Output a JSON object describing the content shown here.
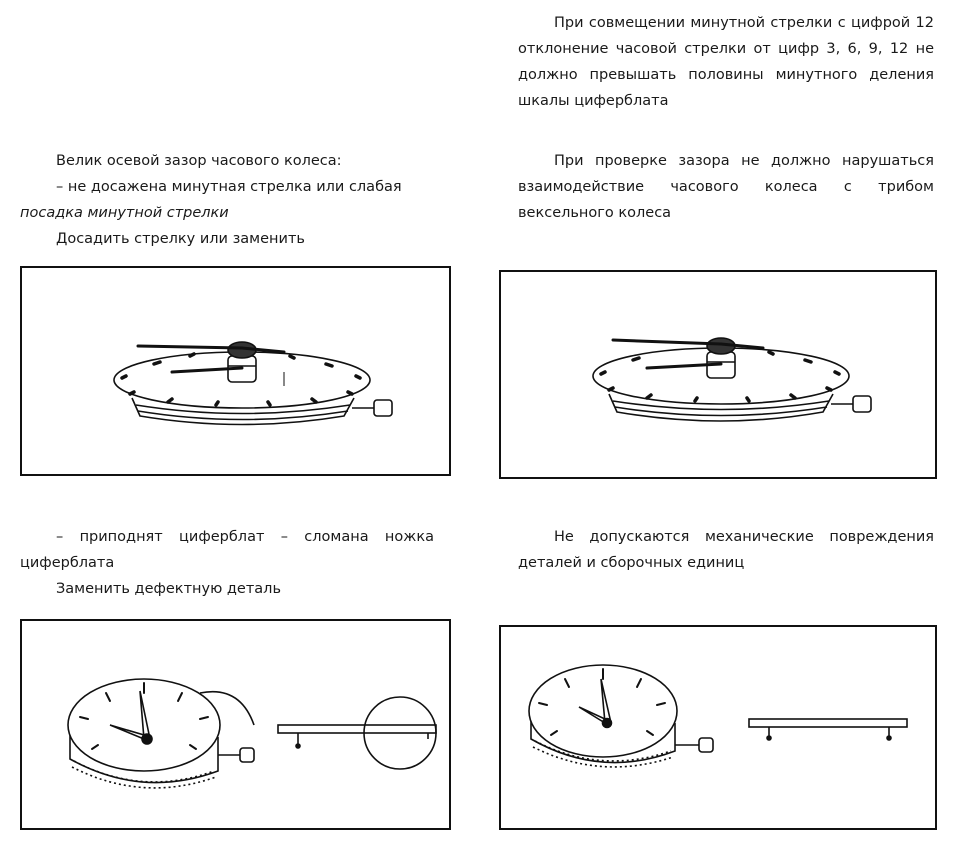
{
  "right_top": {
    "paragraph": "При совмещении минутной стрелки с цифрой 12 отклонение часовой стрелки от цифр 3, 6, 9, 12 не должно превышать половины минутного деления шкалы циферблата"
  },
  "left_mid": {
    "heading": "Велик осевой зазор часового колеса:",
    "cause_line": "– не досажена минутная стрелка или слабая",
    "cause_italic": "посадка минутной стрелки",
    "remedy": "Досадить стрелку или заменить"
  },
  "right_mid": {
    "paragraph": "При проверке зазора не должно нарушаться взаимодействие часового колеса с трибом вексельного колеса"
  },
  "left_bottom": {
    "cause": "– приподнят циферблат – сломана ножка циферблата",
    "remedy": "Заменить дефектную деталь"
  },
  "right_bottom": {
    "paragraph": "Не допускаются механические повреждения деталей и сборочных единиц"
  },
  "figures": [
    {
      "name": "figure-1",
      "depicts": "side view of watch movement with hands raised above dial"
    },
    {
      "name": "figure-2",
      "depicts": "side view of watch movement with hands seated on dial"
    },
    {
      "name": "figure-3",
      "depicts": "raised dial on movement with magnified dial foot broken"
    },
    {
      "name": "figure-4",
      "depicts": "watch movement with dial and separate dial plate with feet"
    }
  ]
}
